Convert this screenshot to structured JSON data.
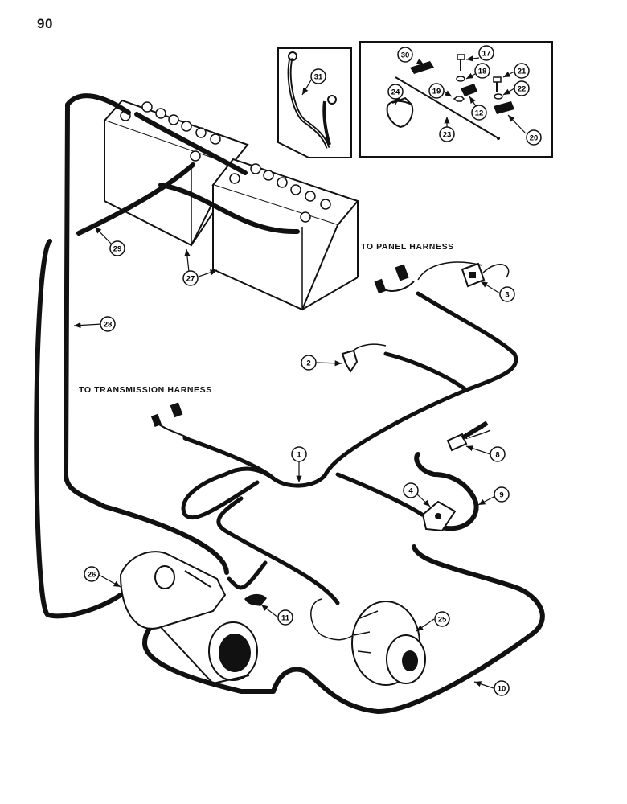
{
  "page": {
    "number": "90"
  },
  "labels": {
    "to_panel_harness": "TO PANEL HARNESS",
    "to_transmission_harness": "TO TRANSMISSION HARNESS"
  },
  "callouts": [
    {
      "id": "c1",
      "num": "1"
    },
    {
      "id": "c2",
      "num": "2"
    },
    {
      "id": "c3",
      "num": "3"
    },
    {
      "id": "c4",
      "num": "4"
    },
    {
      "id": "c8",
      "num": "8"
    },
    {
      "id": "c9",
      "num": "9"
    },
    {
      "id": "c10",
      "num": "10"
    },
    {
      "id": "c11",
      "num": "11"
    },
    {
      "id": "c12",
      "num": "12"
    },
    {
      "id": "c17",
      "num": "17"
    },
    {
      "id": "c18",
      "num": "18"
    },
    {
      "id": "c19",
      "num": "19"
    },
    {
      "id": "c20",
      "num": "20"
    },
    {
      "id": "c21",
      "num": "21"
    },
    {
      "id": "c22",
      "num": "22"
    },
    {
      "id": "c23",
      "num": "23"
    },
    {
      "id": "c24",
      "num": "24"
    },
    {
      "id": "c25",
      "num": "25"
    },
    {
      "id": "c26",
      "num": "26"
    },
    {
      "id": "c27",
      "num": "27"
    },
    {
      "id": "c28",
      "num": "28"
    },
    {
      "id": "c29",
      "num": "29"
    },
    {
      "id": "c30",
      "num": "30"
    },
    {
      "id": "c31",
      "num": "31"
    }
  ]
}
